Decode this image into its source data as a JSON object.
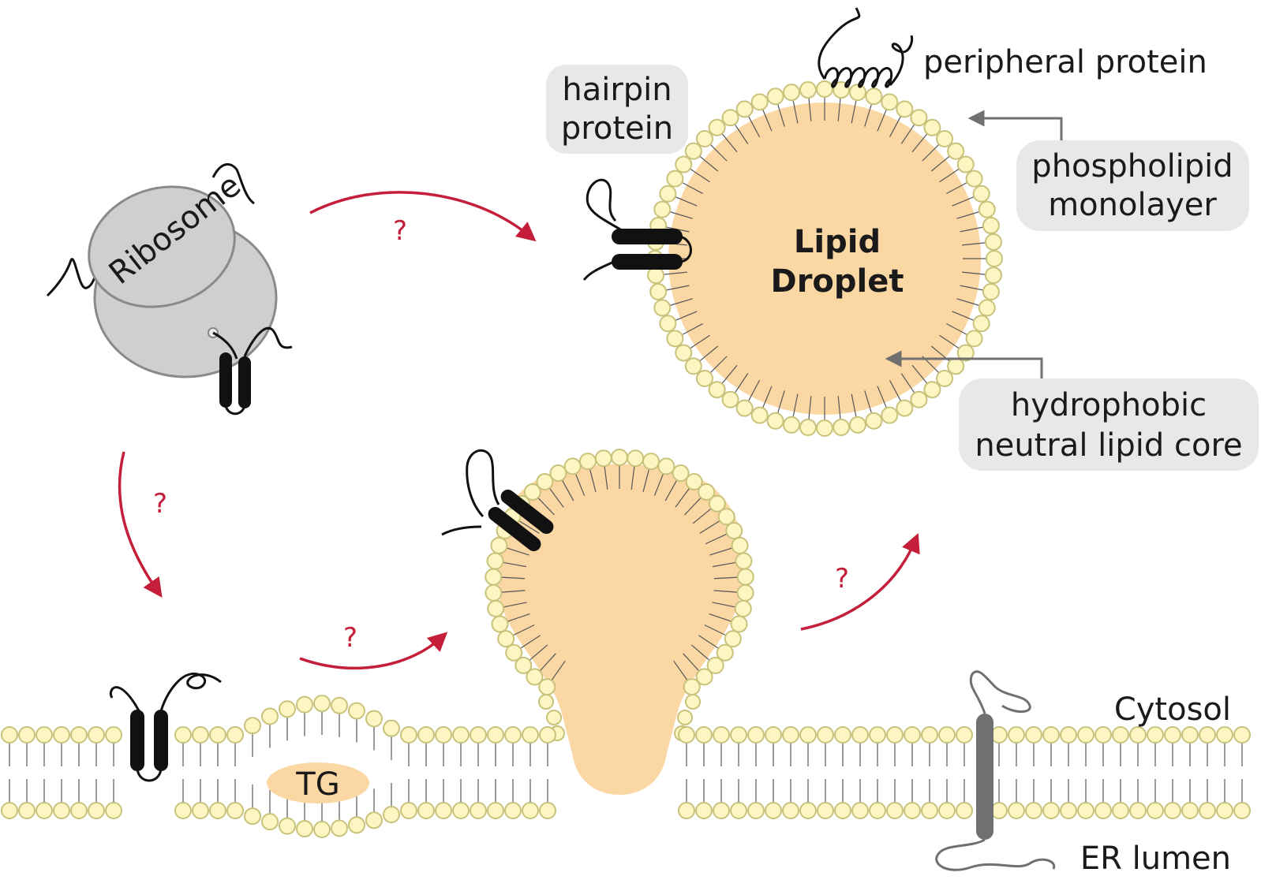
{
  "labels": {
    "ribosome": "Ribosome",
    "hairpin_1": "hairpin",
    "hairpin_2": "protein",
    "peripheral": "peripheral protein",
    "phospholipid_1": "phospholipid",
    "phospholipid_2": "monolayer",
    "hydrophobic_1": "hydrophobic",
    "hydrophobic_2": "neutral lipid core",
    "droplet_1": "Lipid",
    "droplet_2": "Droplet",
    "tg": "TG",
    "cytosol": "Cytosol",
    "er_lumen": "ER lumen"
  },
  "question_marks": [
    "?",
    "?",
    "?",
    "?"
  ],
  "colors": {
    "lipid_core": "#fbd7a4",
    "head_fill": "#fdf6c3",
    "head_stroke": "#c9c27a",
    "tail": "#555555",
    "ribosome": "#cfcfcf",
    "arrow_red": "#c41e3a",
    "arrow_gray": "#707070",
    "callout_bg": "#e8e8e8",
    "protein": "#111111",
    "integral_protein": "#707070"
  }
}
